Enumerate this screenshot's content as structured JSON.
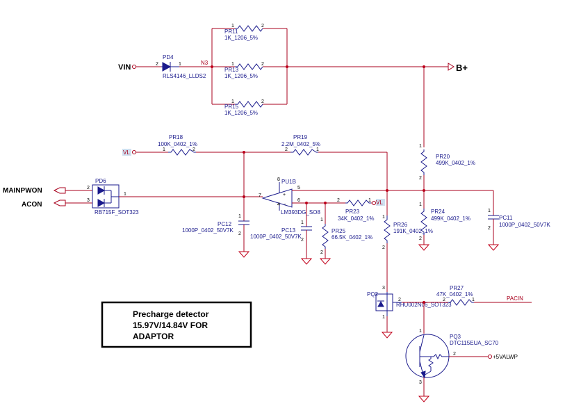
{
  "nets": {
    "vin": "VIN",
    "bplus": "B+",
    "n3": "N3",
    "vl1": "VL",
    "vl2": "VL",
    "mainpwon": "MAINPWON",
    "acon": "ACON",
    "pacin": "PACIN",
    "valwp": "+5VALWP"
  },
  "parts": {
    "pd4": {
      "ref": "PD4",
      "value": "RLS4146_LLDS2"
    },
    "pr11": {
      "ref": "PR11",
      "value": "1K_1206_5%"
    },
    "pr13": {
      "ref": "PR13",
      "value": "1K_1206_5%"
    },
    "pr15": {
      "ref": "PR15",
      "value": "1K_1206_5%"
    },
    "pr18": {
      "ref": "PR18",
      "value": "100K_0402_1%"
    },
    "pr19": {
      "ref": "PR19",
      "value": "2.2M_0402_5%"
    },
    "pr20": {
      "ref": "PR20",
      "value": "499K_0402_1%"
    },
    "pd6": {
      "ref": "PD6",
      "value": "RB715F_SOT323"
    },
    "pu1b": {
      "ref": "PU1B",
      "value": "LM393DG_SO8"
    },
    "pc12": {
      "ref": "PC12",
      "value": "1000P_0402_50V7K"
    },
    "pc13": {
      "ref": "PC13",
      "value": "1000P_0402_50V7K"
    },
    "pr23": {
      "ref": "PR23",
      "value": "34K_0402_1%"
    },
    "pr25": {
      "ref": "PR25",
      "value": "66.5K_0402_1%"
    },
    "pr26": {
      "ref": "PR26",
      "value": "191K_0402_1%"
    },
    "pr24": {
      "ref": "PR24",
      "value": "499K_0402_1%"
    },
    "pc11": {
      "ref": "PC11",
      "value": "1000P_0402_50V7K"
    },
    "pq2": {
      "ref": "PQ2",
      "value": "RHU002N06_SOT323"
    },
    "pr27": {
      "ref": "PR27",
      "value": "47K_0402_1%"
    },
    "pq3": {
      "ref": "PQ3",
      "value": "DTC115EUA_SC70"
    }
  },
  "pins": {
    "one": "1",
    "two": "2",
    "three": "3",
    "four": "4",
    "five": "5",
    "six": "6",
    "seven": "7",
    "eight": "8",
    "plus": "+",
    "minus": "-"
  },
  "note": {
    "line1": "Precharge detector",
    "line2": "15.97V/14.84V FOR",
    "line3": "ADAPTOR"
  }
}
